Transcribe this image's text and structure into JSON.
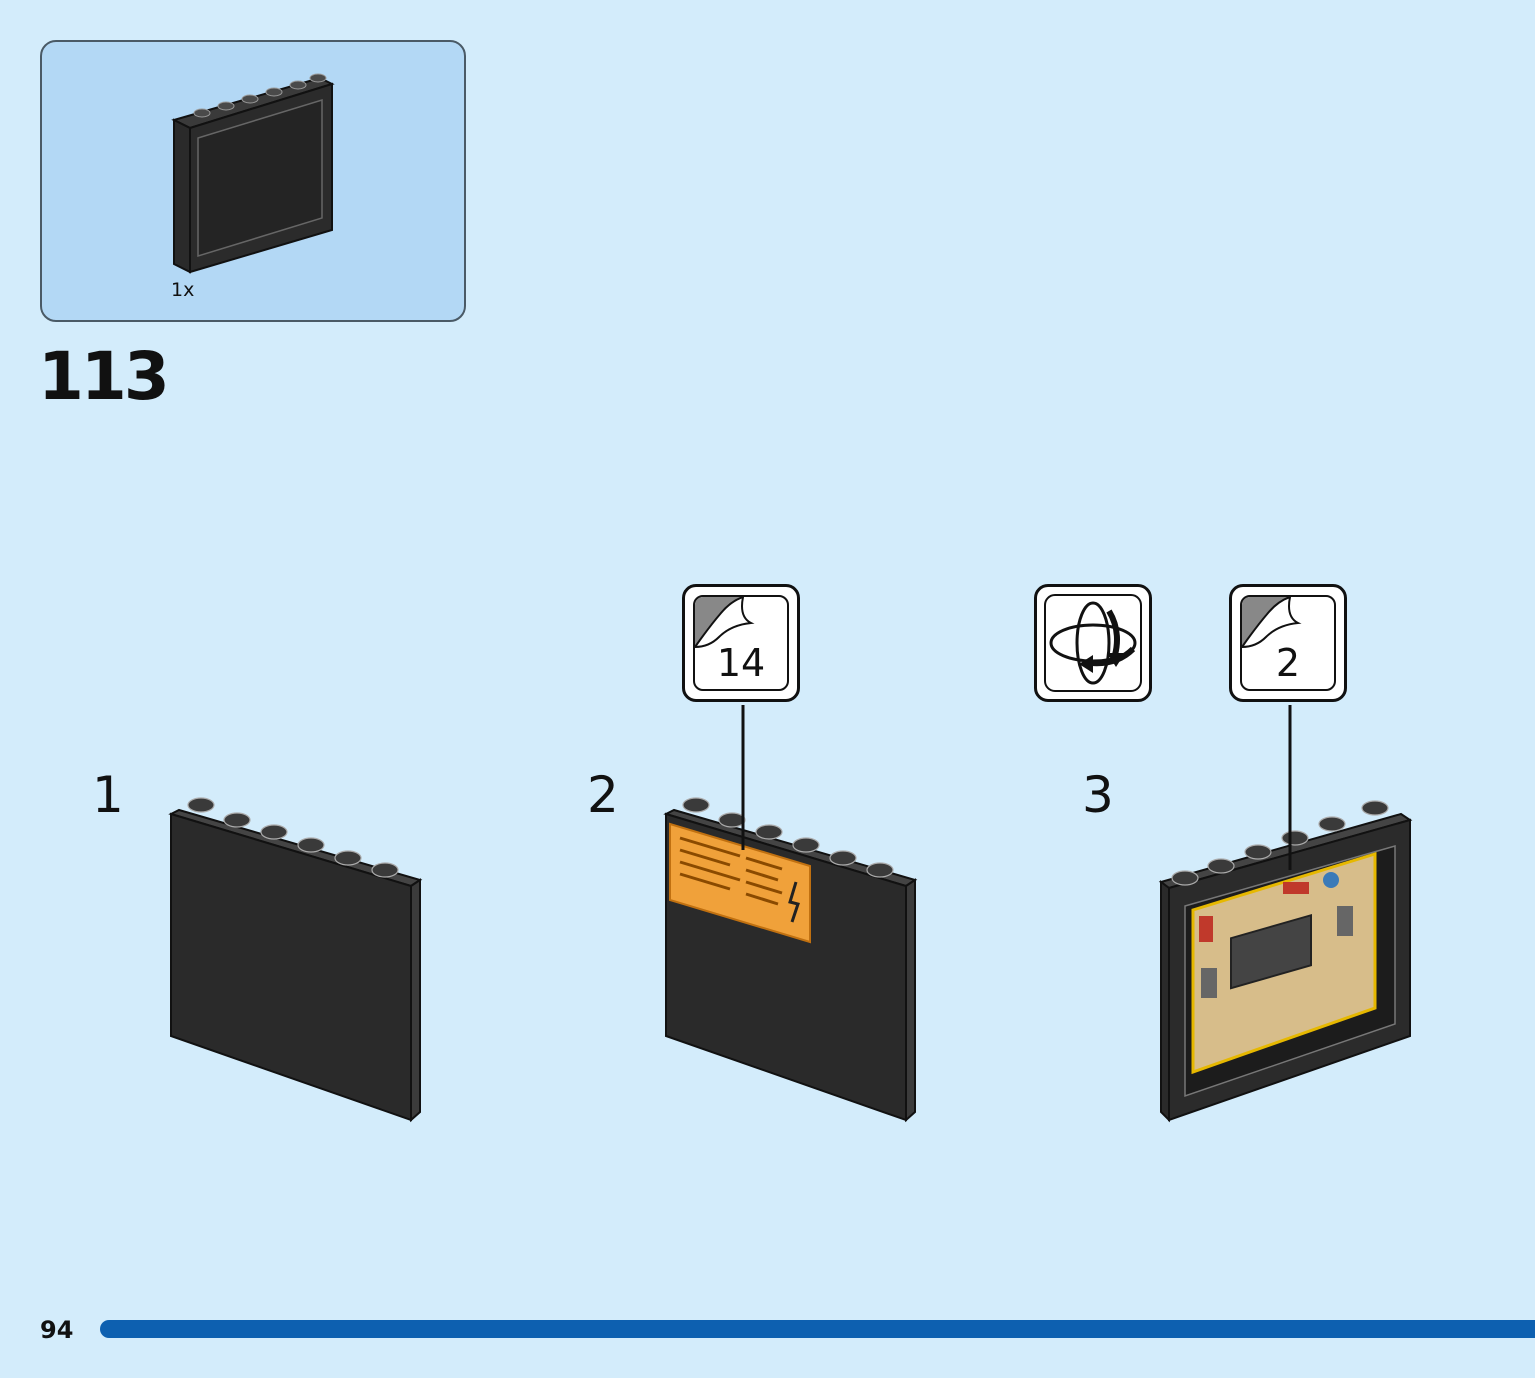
{
  "parts_list": {
    "quantity": "1x",
    "part": "panel-1x6x5-black"
  },
  "step": {
    "number": "113"
  },
  "substeps": [
    {
      "number": "1"
    },
    {
      "number": "2",
      "sticker": "14"
    },
    {
      "number": "3",
      "sticker": "2",
      "rotate_icon": "rotate-model-icon"
    }
  ],
  "colors": {
    "background": "#d3ecfb",
    "parts_box": "#b3d8f5",
    "progress": "#0d60b0",
    "brick": "#2a2a2a",
    "sticker_orange": "#f0a13a"
  },
  "footer": {
    "page_number": "94"
  }
}
